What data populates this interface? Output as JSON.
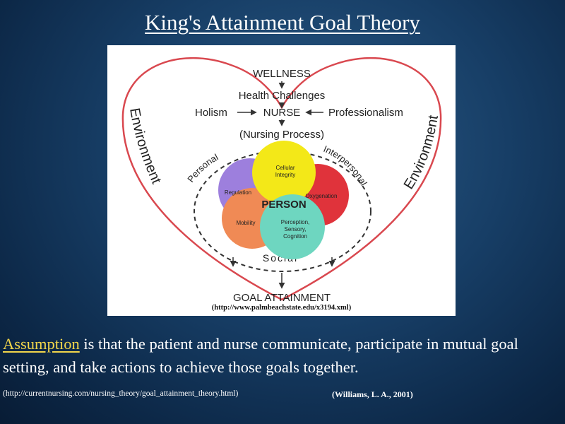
{
  "slide": {
    "title": "King's Attainment Goal Theory"
  },
  "diagram": {
    "wellness": "WELLNESS",
    "health_challenges": "Health Challenges",
    "holism": "Holism",
    "nurse": "NURSE",
    "professionalism": "Professionalism",
    "nursing_process": "(Nursing Process)",
    "environment_left": "Environment",
    "environment_right": "Environment",
    "personal": "Personal",
    "interpersonal": "Interpersonal",
    "social": "Social",
    "person": "PERSON",
    "circles": {
      "cellular": "Cellular",
      "integrity": "Integrity",
      "regulation": "Regulation",
      "oxygenation": "Oxygenation",
      "mobility": "Mobility",
      "perception": "Perception,",
      "sensory": "Sensory,",
      "cognition": "Cognition"
    },
    "goal_attainment": "GOAL ATTAINMENT",
    "credit": "(http://www.palmbeachstate.edu/x3194.xml)",
    "colors": {
      "heart": "#d9484f",
      "yellow": "#f3e818",
      "purple": "#9d7fdd",
      "red": "#e0333b",
      "orange": "#f08a55",
      "teal": "#6ed6c0"
    }
  },
  "text": {
    "assumption_term": "Assumption",
    "assumption_rest": " is that the patient and nurse communicate, participate in mutual goal setting, and take actions to achieve those goals together."
  },
  "sources": {
    "url": "(http://currentnursing.com/nursing_theory/goal_attainment_theory.html)",
    "citation": "(Williams, L. A., 2001)"
  }
}
